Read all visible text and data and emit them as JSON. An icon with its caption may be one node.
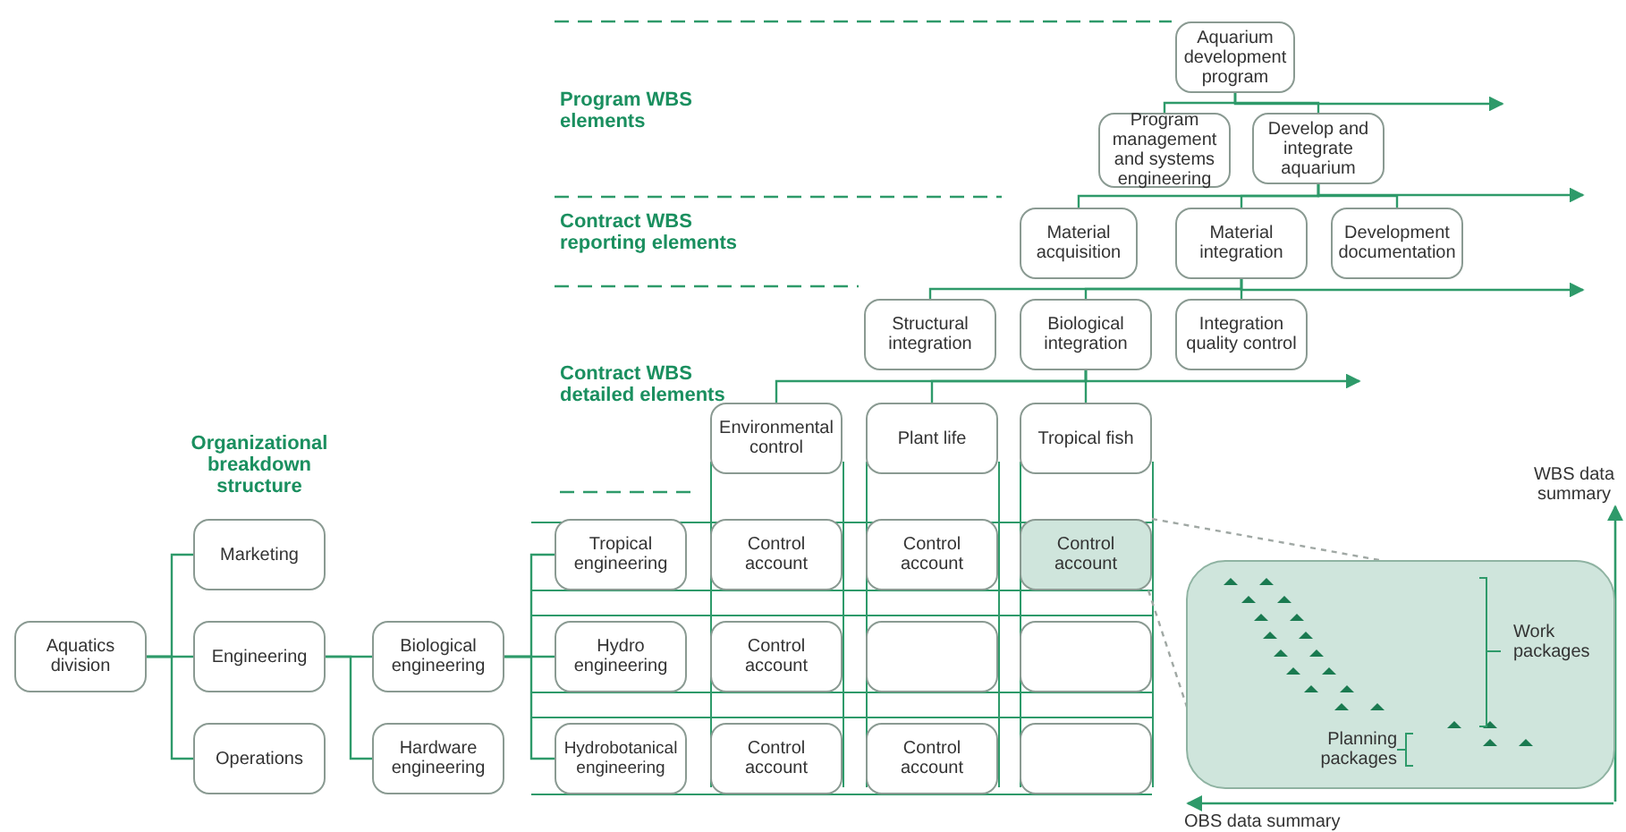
{
  "diagram": {
    "nodes": [
      {
        "text": [
          "Aquarium development program"
        ]
      },
      {
        "text": [
          "Program management and systems engineering"
        ]
      },
      {
        "text": [
          "Develop and integrate aquarium"
        ]
      },
      {
        "text": [
          "Material acquisition"
        ]
      },
      {
        "text": [
          "Material integration"
        ]
      },
      {
        "text": [
          "Development documentation"
        ]
      },
      {
        "text": [
          "Structural integration"
        ]
      },
      {
        "text": [
          "Biological integration"
        ]
      },
      {
        "text": [
          "Integration quality control"
        ]
      },
      {
        "text": [
          "Environmental control"
        ]
      },
      {
        "text": [
          "Plant life"
        ]
      },
      {
        "text": [
          "Tropical fish"
        ]
      },
      {
        "text": [
          "Aquatics division"
        ]
      },
      {
        "text": [
          "Marketing"
        ]
      },
      {
        "text": [
          "Engineering"
        ]
      },
      {
        "text": [
          "Operations"
        ]
      },
      {
        "text": [
          "Biological engineering"
        ]
      },
      {
        "text": [
          "Hardware engineering"
        ]
      },
      {
        "text": [
          "Tropical engineering"
        ]
      },
      {
        "text": [
          "Hydro engineering"
        ]
      },
      {
        "text": [
          "Hydrobotanical engineering"
        ]
      },
      {
        "text": [
          "Control account"
        ]
      },
      {
        "text": [
          "Control account"
        ]
      },
      {
        "text": [
          "Control account"
        ]
      },
      {
        "text": [
          "Control account"
        ]
      },
      {
        "text": [],
        "shape": "box"
      },
      {
        "text": [],
        "shape": "box"
      },
      {
        "text": [
          "Control account"
        ]
      },
      {
        "text": [
          "Control account"
        ]
      },
      {
        "text": [],
        "shape": "box"
      },
      {
        "text": [
          "Work packages",
          "Planning packages"
        ]
      }
    ],
    "edges": [
      {
        "from": 0,
        "to": 1,
        "arrow": "none"
      },
      {
        "from": 0,
        "to": 2,
        "arrow": "none"
      },
      {
        "from": 0,
        "to": null,
        "arrow": "to"
      },
      {
        "from": 2,
        "to": 3,
        "arrow": "none"
      },
      {
        "from": 2,
        "to": 4,
        "arrow": "none"
      },
      {
        "from": 2,
        "to": 5,
        "arrow": "none"
      },
      {
        "from": 2,
        "to": null,
        "arrow": "to"
      },
      {
        "from": 4,
        "to": 6,
        "arrow": "none"
      },
      {
        "from": 4,
        "to": 7,
        "arrow": "none"
      },
      {
        "from": 4,
        "to": 8,
        "arrow": "none"
      },
      {
        "from": 4,
        "to": null,
        "arrow": "to"
      },
      {
        "from": 7,
        "to": 9,
        "arrow": "none"
      },
      {
        "from": 7,
        "to": 10,
        "arrow": "none"
      },
      {
        "from": 7,
        "to": 11,
        "arrow": "none"
      },
      {
        "from": 7,
        "to": null,
        "arrow": "to"
      },
      {
        "from": 12,
        "to": 13,
        "arrow": "none"
      },
      {
        "from": 12,
        "to": 14,
        "arrow": "none"
      },
      {
        "from": 12,
        "to": 15,
        "arrow": "none"
      },
      {
        "from": 14,
        "to": 16,
        "arrow": "none"
      },
      {
        "from": 14,
        "to": 17,
        "arrow": "none"
      },
      {
        "from": 16,
        "to": 18,
        "arrow": "none"
      },
      {
        "from": 16,
        "to": 19,
        "arrow": "none"
      },
      {
        "from": 16,
        "to": 20,
        "arrow": "none"
      },
      {
        "from": 23,
        "to": 30,
        "arrow": "none",
        "style": "dashed",
        "color": "#a0a8a4"
      },
      {
        "from": 23,
        "to": 30,
        "arrow": "none",
        "style": "dashed",
        "color": "#a0a8a4"
      }
    ],
    "labels": [
      "Program WBS elements",
      "Contract WBS reporting elements",
      "Contract WBS detailed elements",
      "Organizational breakdown structure",
      "WBS data summary",
      "OBS data summary"
    ]
  }
}
